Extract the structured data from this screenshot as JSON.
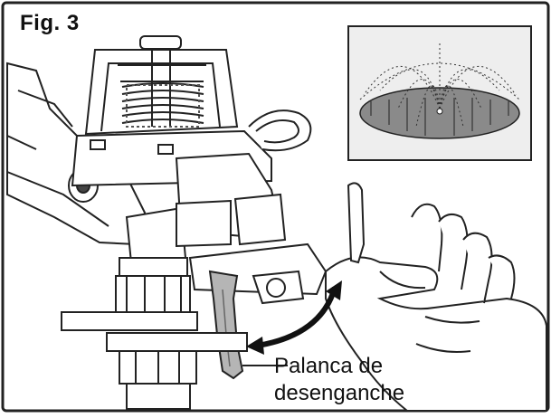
{
  "figure": {
    "label": "Fig. 3",
    "callout_line1": "Palanca de",
    "callout_line2": "desenganche"
  },
  "colors": {
    "line": "#222222",
    "lever_fill": "#b5b5b5",
    "inset_disc": "#8a8a8a",
    "inset_bg": "#eeeeee",
    "arrow": "#111111"
  },
  "icons": [
    "sprinkler-head-drawing",
    "hand-drawing",
    "spray-pattern-inset",
    "rotation-arrow-icon"
  ]
}
